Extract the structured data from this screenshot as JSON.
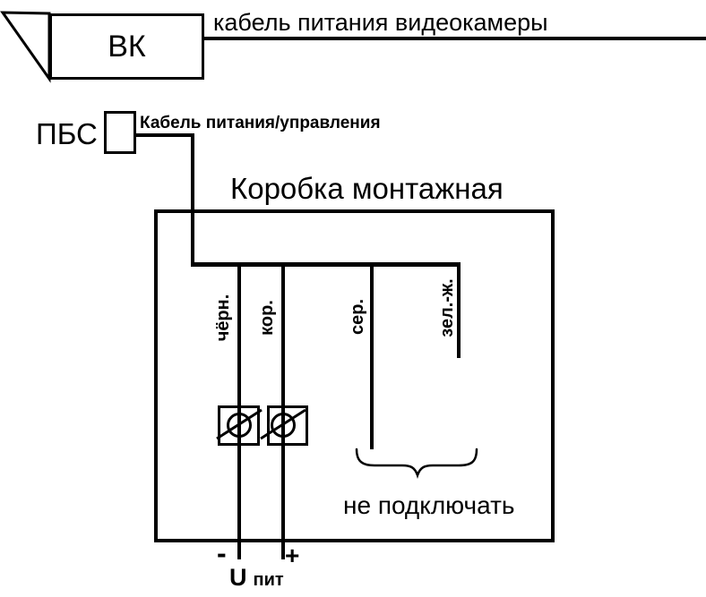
{
  "colors": {
    "ink": "#000000",
    "background": "#ffffff"
  },
  "camera": {
    "label": "ВК"
  },
  "camera_cable": {
    "label": "кабель питания видеокамеры"
  },
  "psu": {
    "label": "ПБС"
  },
  "control_cable": {
    "label": "Кабель питания/управления"
  },
  "box": {
    "title": "Коробка монтажная"
  },
  "wires": [
    {
      "label": "чёрн."
    },
    {
      "label": "кор."
    },
    {
      "label": "сер."
    },
    {
      "label": "зел.-ж."
    }
  ],
  "annotations": {
    "do_not_connect": "не подключать",
    "minus": "-",
    "plus": "+",
    "supply_symbol": "U",
    "supply_subscript": "пит"
  }
}
